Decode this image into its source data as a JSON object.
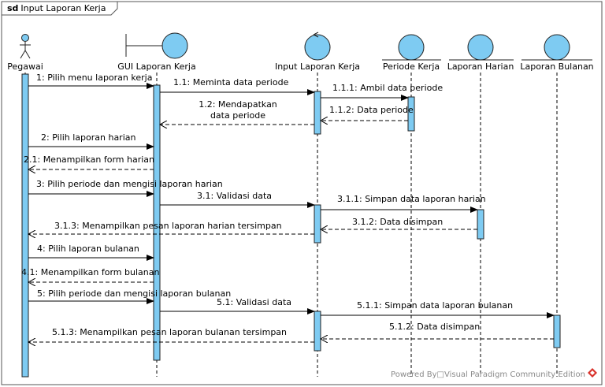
{
  "frame": {
    "keyword": "sd",
    "name": "Input Laporan Kerja"
  },
  "lifelines": [
    {
      "id": "pegawai",
      "name": "Pegawai",
      "kind": "actor"
    },
    {
      "id": "gui",
      "name": "GUI Laporan Kerja",
      "kind": "boundary"
    },
    {
      "id": "input",
      "name": "Input Laporan Kerja",
      "kind": "control"
    },
    {
      "id": "periode",
      "name": "Periode Kerja",
      "kind": "entity"
    },
    {
      "id": "harian",
      "name": "Laporan Harian",
      "kind": "entity"
    },
    {
      "id": "bulanan",
      "name": "Laporan Bulanan",
      "kind": "entity"
    }
  ],
  "messages": [
    {
      "from": "pegawai",
      "to": "gui",
      "type": "sync",
      "lines": [
        "1: Pilih menu laporan kerja"
      ]
    },
    {
      "from": "gui",
      "to": "input",
      "type": "sync",
      "lines": [
        "1.1: Meminta data periode"
      ]
    },
    {
      "from": "input",
      "to": "periode",
      "type": "sync",
      "lines": [
        "1.1.1: Ambil data periode"
      ]
    },
    {
      "from": "periode",
      "to": "input",
      "type": "return",
      "lines": [
        "1.1.2: Data periode"
      ]
    },
    {
      "from": "input",
      "to": "gui",
      "type": "return",
      "lines": [
        "1.2: Mendapatkan",
        "data periode"
      ]
    },
    {
      "from": "pegawai",
      "to": "gui",
      "type": "sync",
      "lines": [
        "2: Pilih laporan harian"
      ]
    },
    {
      "from": "gui",
      "to": "pegawai",
      "type": "return",
      "lines": [
        "2.1: Menampilkan form harian"
      ]
    },
    {
      "from": "pegawai",
      "to": "gui",
      "type": "sync",
      "lines": [
        "3: Pilih periode dan mengisi laporan harian"
      ]
    },
    {
      "from": "gui",
      "to": "input",
      "type": "sync",
      "lines": [
        "3.1: Validasi data"
      ]
    },
    {
      "from": "input",
      "to": "harian",
      "type": "sync",
      "lines": [
        "3.1.1: Simpan data laporan harian"
      ]
    },
    {
      "from": "harian",
      "to": "input",
      "type": "return",
      "lines": [
        "3.1.2: Data disimpan"
      ]
    },
    {
      "from": "input",
      "to": "pegawai",
      "type": "return",
      "lines": [
        "3.1.3: Menampilkan pesan laporan harian tersimpan"
      ]
    },
    {
      "from": "pegawai",
      "to": "gui",
      "type": "sync",
      "lines": [
        "4: Pilih laporan bulanan"
      ]
    },
    {
      "from": "gui",
      "to": "pegawai",
      "type": "return",
      "lines": [
        "4.1: Menampilkan form bulanan"
      ]
    },
    {
      "from": "pegawai",
      "to": "gui",
      "type": "sync",
      "lines": [
        "5: Pilih periode dan mengisi laporan bulanan"
      ]
    },
    {
      "from": "gui",
      "to": "input",
      "type": "sync",
      "lines": [
        "5.1: Validasi data"
      ]
    },
    {
      "from": "input",
      "to": "bulanan",
      "type": "sync",
      "lines": [
        "5.1.1: Simpan data laporan bulanan"
      ]
    },
    {
      "from": "bulanan",
      "to": "input",
      "type": "return",
      "lines": [
        "5.1.2: Data disimpan"
      ]
    },
    {
      "from": "input",
      "to": "pegawai",
      "type": "return",
      "lines": [
        "5.1.3: Menampilkan pesan laporan bulanan tersimpan"
      ]
    }
  ],
  "colors": {
    "activation": "#7ecbf2",
    "accent": "#d9322b",
    "line": "#000000"
  },
  "footer": {
    "text": "Powered By□Visual Paradigm Community Edition",
    "icon": "visual-paradigm-logo-icon"
  }
}
